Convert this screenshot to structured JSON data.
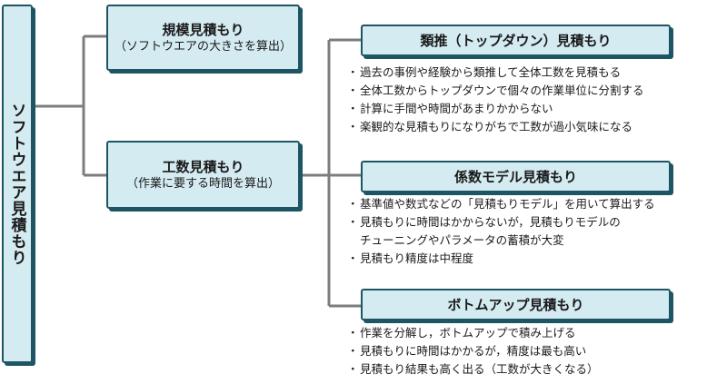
{
  "root": {
    "label": "ソフトウエア見積もり"
  },
  "kibo": {
    "title": "規模見積もり",
    "subtitle": "（ソフトウエアの大きさを算出）"
  },
  "kosu": {
    "title": "工数見積もり",
    "subtitle": "（作業に要する時間を算出）"
  },
  "methods": [
    {
      "title": "類推（トップダウン）見積もり",
      "bullets": [
        "過去の事例や経験から類推して全体工数を見積もる",
        "全体工数からトップダウンで個々の作業単位に分割する",
        "計算に手間や時間があまりかからない",
        "楽観的な見積もりになりがちで工数が過小気味になる"
      ]
    },
    {
      "title": "係数モデル見積もり",
      "bullets": [
        "基準値や数式などの「見積もりモデル」を用いて算出する",
        "見積もりに時間はかからないが，見積もりモデルの",
        "チューニングやパラメータの蓄積が大変",
        "見積もり精度は中程度"
      ]
    },
    {
      "title": "ボトムアップ見積もり",
      "bullets": [
        "作業を分解し，ボトムアップで積み上げる",
        "見積もりに時間はかかるが，精度は最も高い",
        "見積もり結果も高く出る（工数が大きくなる）"
      ]
    }
  ],
  "colors": {
    "box_fill": "#d4ebf1",
    "box_border": "#1d5565",
    "connector": "#7d7d7d"
  }
}
